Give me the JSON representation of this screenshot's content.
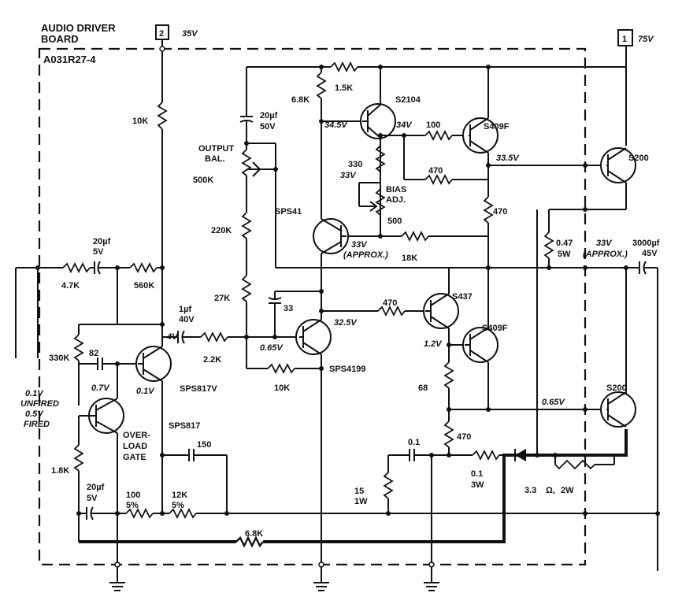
{
  "board": {
    "title_line1": "AUDIO DRIVER",
    "title_line2": "BOARD",
    "part_number": "A031R27-4"
  },
  "terminals": {
    "t2_num": "2",
    "t2_voltage": "35V",
    "t1_num": "1",
    "t1_voltage": "75V"
  },
  "resistors": {
    "r10k_top": "10K",
    "r4_7k": "4.7K",
    "r560k": "560K",
    "r330k": "330K",
    "r1_8k": "1.8K",
    "r100": "100",
    "r100_tol": "5%",
    "r12k": "12K",
    "r12k_tol": "5%",
    "r6_8k_bottom": "6.8K",
    "r2_2k": "2.2K",
    "r500k": "500K",
    "r220k": "220K",
    "r27k": "27K",
    "r10k_bottom": "10K",
    "r6_8k_top": "6.8K",
    "r1_5k": "1.5K",
    "r100_mid": "100",
    "r470_mid": "470",
    "r330": "330",
    "r500": "500",
    "r18k": "18K",
    "r470_right": "470",
    "r470_lower": "470",
    "r68": "68",
    "r470_bottom": "470",
    "r0_47": "0.47",
    "r0_47_w": "5W",
    "r15": "15",
    "r15_w": "1W",
    "r0_1": "0.1",
    "r0_1_w": "3W",
    "r3_3": "3.3",
    "r3_3_w": "2W"
  },
  "capacitors": {
    "c20uf_in": "20µf",
    "c20uf_in_v": "5V",
    "c82": "82",
    "c1uf": "1µf",
    "c1uf_v": "40V",
    "c150": "150",
    "c20uf_bot": "20µf",
    "c20uf_bot_v": "5V",
    "c20uf_top": "20µf",
    "c20uf_top_v": "50V",
    "c33": "33",
    "c0_1": "0.1",
    "c3000uf": "3000µf",
    "c3000uf_v": "45V"
  },
  "transistors": {
    "q_s2104": "S2104",
    "q_s409f_top": "S409F",
    "q_s200_top": "S200",
    "q_sps41": "SPS41",
    "q_s437": "S437",
    "q_s409f_bot": "S409F",
    "q_sps4199": "SPS4199",
    "q_s200_bot": "S200",
    "q_sps817v": "SPS817V",
    "q_sps817": "SPS817"
  },
  "labels": {
    "output_bal_1": "OUTPUT",
    "output_bal_2": "BAL.",
    "bias_adj_1": "BIAS",
    "bias_adj_2": "ADJ.",
    "overload_1": "OVER-",
    "overload_2": "LOAD",
    "overload_3": "GATE",
    "unfired_1": "0.1V",
    "unfired_2": "UNFIRED",
    "fired_1": "0.5V",
    "fired_2": "FIRED"
  },
  "voltages": {
    "v34_5": "34.5V",
    "v34": "34V",
    "v33_5": "33.5V",
    "v33_bias": "33V",
    "v33_approx": "33V",
    "approx": "(APPROX.)",
    "v33_out": "33V",
    "approx_out": "(APPROX.)",
    "v32_5": "32.5V",
    "v0_65_left": "0.65V",
    "v1_2": "1.2V",
    "v0_65_right": "0.65V",
    "v4": "4V",
    "v0_7": "0.7V",
    "v0_1": "0.1V"
  }
}
